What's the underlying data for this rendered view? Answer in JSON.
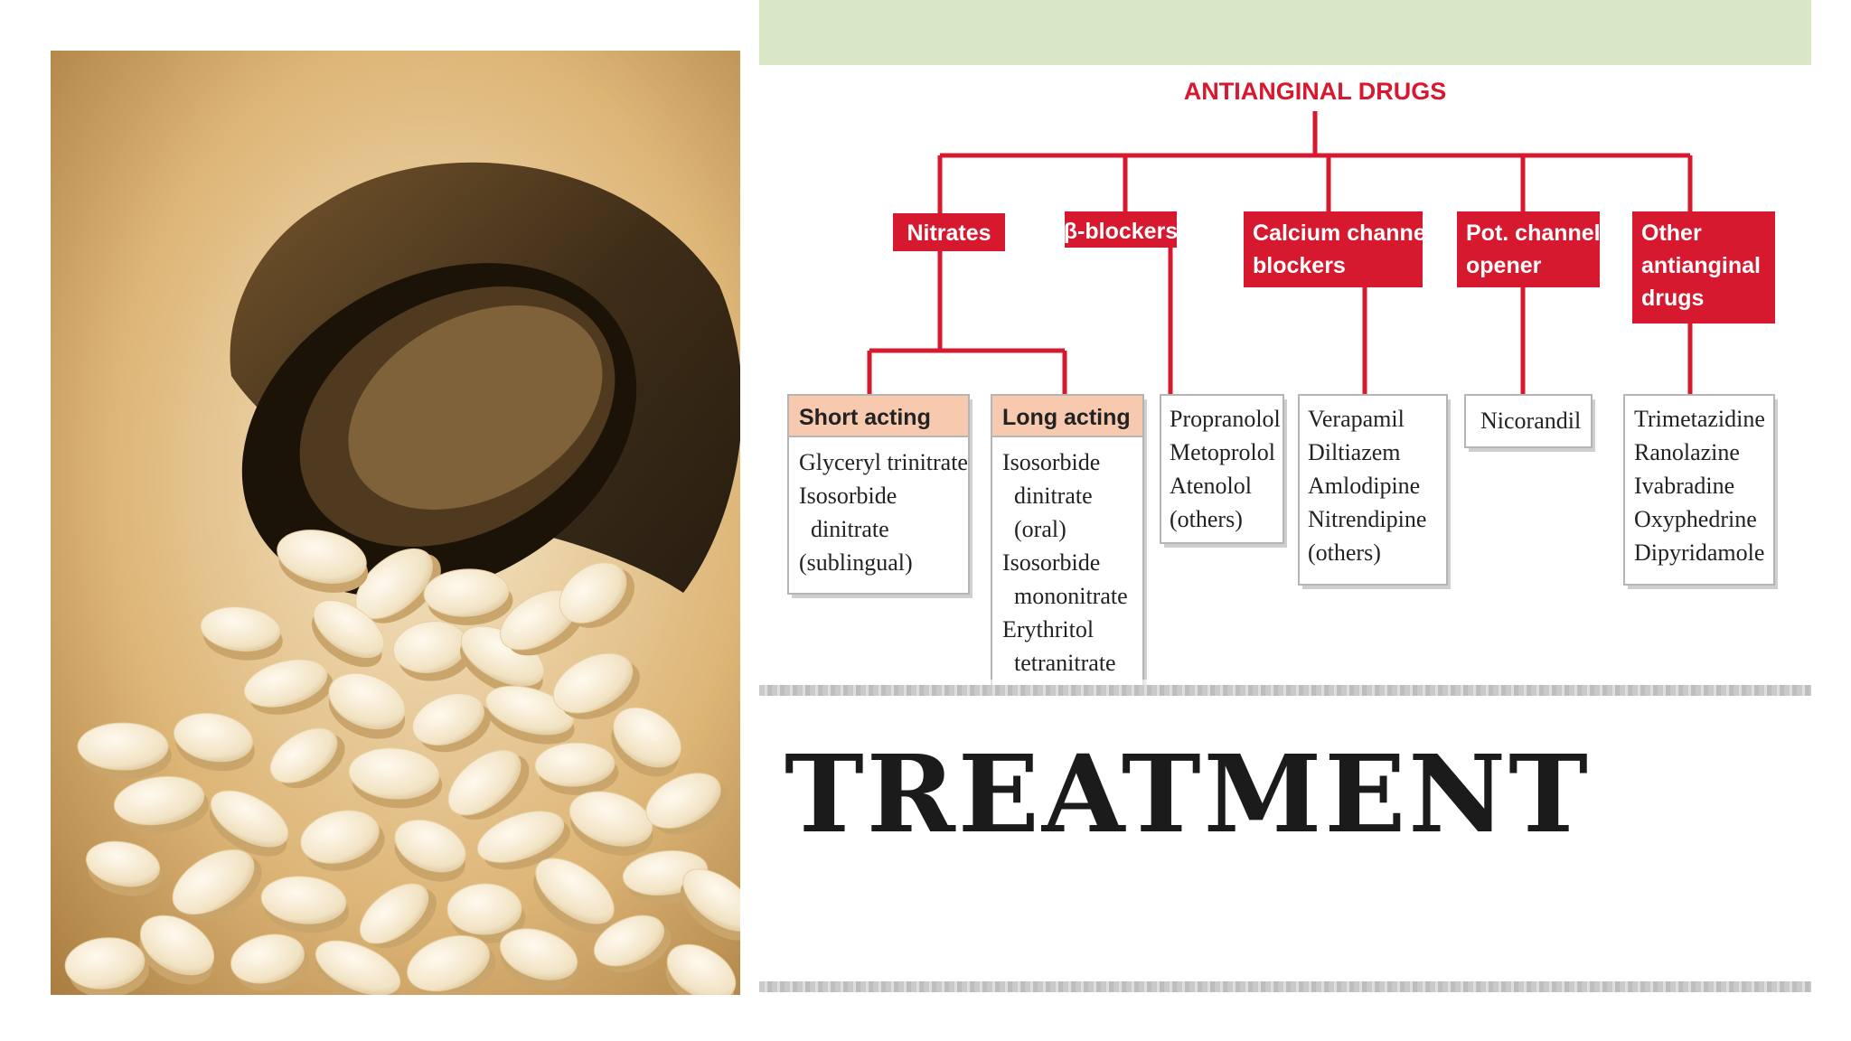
{
  "slide": {
    "title": "TREATMENT"
  },
  "photo": {
    "subject": "pills-spilling-from-bottle"
  },
  "diagram": {
    "root": "ANTIANGINAL DRUGS",
    "colors": {
      "accent": "#d7192f",
      "header_band": "#d9e7c7",
      "subheader": "#f7c9ae",
      "line": "#d7192f"
    },
    "classes": [
      {
        "label_lines": [
          "Nitrates"
        ]
      },
      {
        "label_lines": [
          "β-blockers"
        ]
      },
      {
        "label_lines": [
          "Calcium channel",
          "blockers"
        ]
      },
      {
        "label_lines": [
          "Pot. channel",
          "opener"
        ]
      },
      {
        "label_lines": [
          "Other",
          "antianginal",
          "drugs"
        ]
      }
    ],
    "nitrate_subgroups": [
      {
        "label": "Short acting",
        "drug_lines": [
          "Glyceryl trinitrate",
          "Isosorbide",
          "  dinitrate",
          "(sublingual)"
        ]
      },
      {
        "label": "Long acting",
        "drug_lines": [
          "Isosorbide",
          "  dinitrate",
          "  (oral)",
          "Isosorbide",
          "  mononitrate",
          "Erythritol",
          "  tetranitrate"
        ]
      }
    ],
    "drug_lists": [
      {
        "drug_lines": [
          "Propranolol",
          "Metoprolol",
          "Atenolol",
          "(others)"
        ]
      },
      {
        "drug_lines": [
          "Verapamil",
          "Diltiazem",
          "Amlodipine",
          "Nitrendipine",
          "(others)"
        ]
      },
      {
        "drug_lines": [
          "Nicorandil"
        ]
      },
      {
        "drug_lines": [
          "Trimetazidine",
          "Ranolazine",
          "Ivabradine",
          "Oxyphedrine",
          "Dipyridamole"
        ]
      }
    ]
  }
}
